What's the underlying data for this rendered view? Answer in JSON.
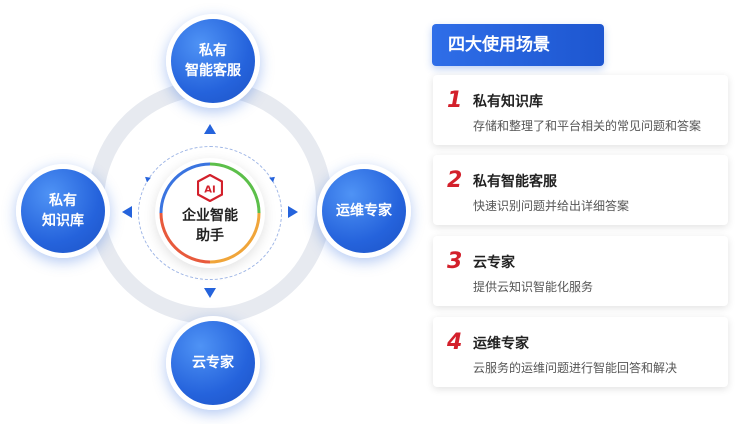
{
  "diagram": {
    "center_label": "企业智能\n助手",
    "ai_badge": "AI",
    "nodes": {
      "top": "私有\n智能客服",
      "left": "私有\n知识库",
      "right": "运维专家",
      "bottom": "云专家"
    },
    "colors": {
      "node_blue": "#2563dc",
      "ring": "#e7eaf0",
      "ai_red": "#d3202b"
    }
  },
  "panel": {
    "title": "四大使用场景",
    "items": [
      {
        "num": "1",
        "title": "私有知识库",
        "desc": "存储和整理了和平台相关的常见问题和答案"
      },
      {
        "num": "2",
        "title": "私有智能客服",
        "desc": "快速识别问题并给出详细答案"
      },
      {
        "num": "3",
        "title": "云专家",
        "desc": "提供云知识智能化服务"
      },
      {
        "num": "4",
        "title": "运维专家",
        "desc": "云服务的运维问题进行智能回答和解决"
      }
    ]
  }
}
